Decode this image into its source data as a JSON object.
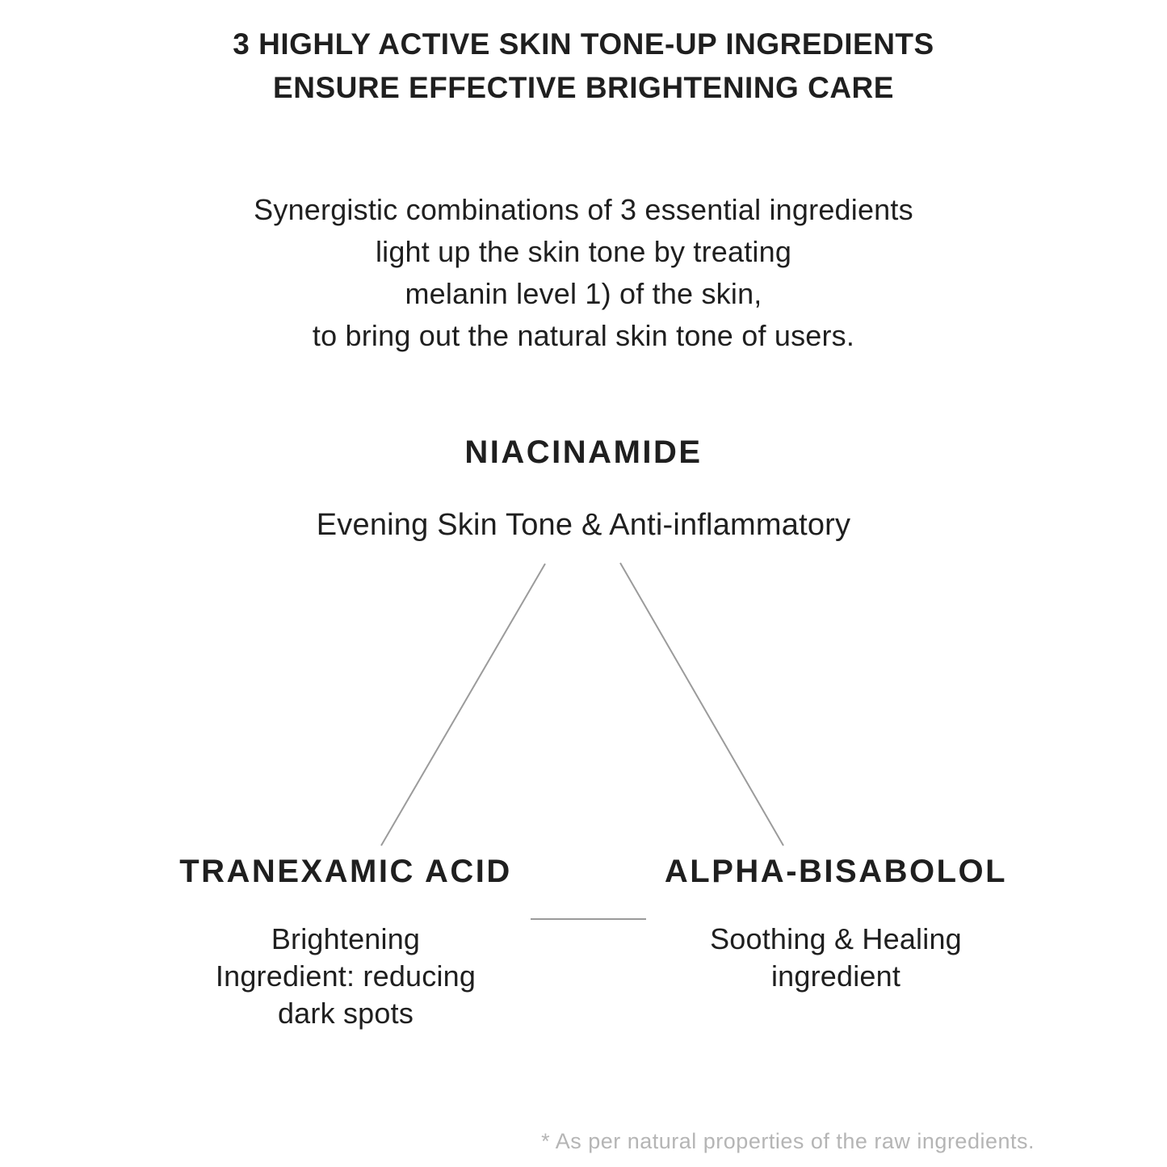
{
  "page": {
    "background": "#ffffff",
    "text_color": "#1f1f1f",
    "line_color": "#9b9b9b",
    "footnote_color": "#b5b5b5"
  },
  "header": {
    "lines": [
      "3 HIGHLY ACTIVE SKIN TONE-UP INGREDIENTS",
      "ENSURE EFFECTIVE BRIGHTENING CARE"
    ]
  },
  "intro": {
    "lines": [
      "Synergistic combinations of 3 essential ingredients",
      "light up the skin tone by treating",
      "melanin level 1) of the skin,",
      "to bring out the natural skin tone of users."
    ]
  },
  "diagram": {
    "top_node": {
      "title": "NIACINAMIDE",
      "description": "Evening Skin Tone & Anti-inflammatory"
    },
    "left_node": {
      "title": "TRANEXAMIC ACID",
      "description_lines": [
        "Brightening",
        "Ingredient: reducing",
        "dark spots"
      ]
    },
    "right_node": {
      "title": "ALPHA-BISABOLOL",
      "description_lines": [
        "Soothing & Healing",
        "ingredient"
      ]
    }
  },
  "footnote": {
    "text": "* As per natural properties of the raw ingredients."
  }
}
